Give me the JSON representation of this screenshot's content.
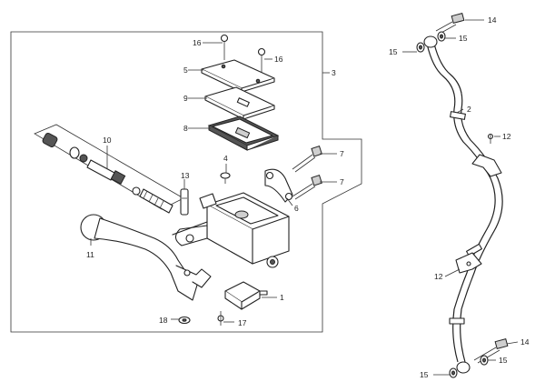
{
  "callouts": {
    "c1": "1",
    "c2": "2",
    "c3": "3",
    "c4": "4",
    "c5": "5",
    "c6": "6",
    "c7a": "7",
    "c7b": "7",
    "c8": "8",
    "c9": "9",
    "c10": "10",
    "c11": "11",
    "c12a": "12",
    "c12b": "12",
    "c13": "13",
    "c14a": "14",
    "c14b": "14",
    "c15a": "15",
    "c15b": "15",
    "c15c": "15",
    "c15d": "15",
    "c16a": "16",
    "c16b": "16",
    "c17": "17",
    "c18": "18"
  }
}
